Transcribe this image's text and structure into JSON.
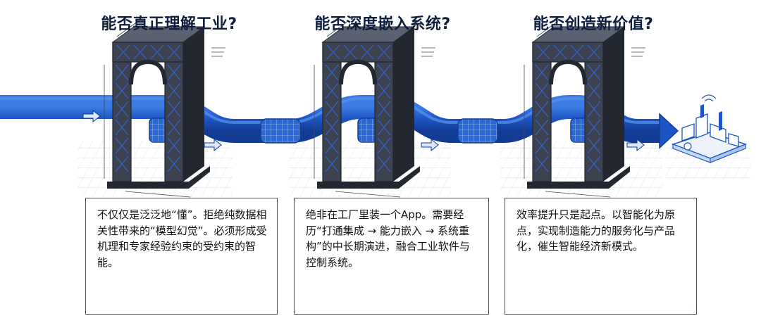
{
  "stages": [
    {
      "title": "能否真正理解工业?",
      "text": "不仅仅是泛泛地“懂”。拒绝纯数据相关性带来的“模型幻觉”。必须形成受机理和专家经验约束的受约束的智能。"
    },
    {
      "title": "能否深度嵌入系统?",
      "text": "绝非在工厂里装一个App。需要经历“打通集成 → 能力嵌入 → 系统重构”的中长期演进，融合工业软件与控制系统。"
    },
    {
      "title": "能否创造新价值?",
      "text": "效率提升只是起点。以智能化为原点，实现制造能力的服务化与产品化，催生智能经济新模式。"
    }
  ],
  "colors": {
    "title": "#0e1e3c",
    "pipe": "#1d56c4",
    "pipe_light": "#3a78e0",
    "pipe_dark": "#123c94",
    "gate": "#3c4250",
    "gate_dark": "#23272f",
    "gate_light": "#5a6171",
    "gate_accent": "#2f64d2",
    "grid": "#d4d8de",
    "dim_line": "#444a55",
    "card_border": "#4a4f58"
  },
  "icons": [
    "flow-arrow-icon",
    "factory-icon"
  ]
}
